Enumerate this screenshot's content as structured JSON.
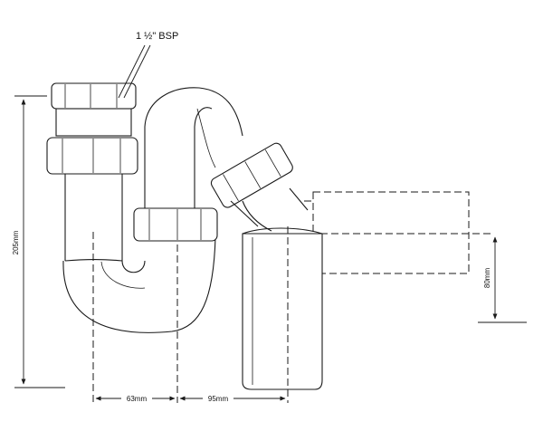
{
  "labels": {
    "thread": "1 ½\" BSP",
    "height": "205mm",
    "offset_left": "63mm",
    "offset_right": "95mm",
    "drop": "80mm"
  }
}
